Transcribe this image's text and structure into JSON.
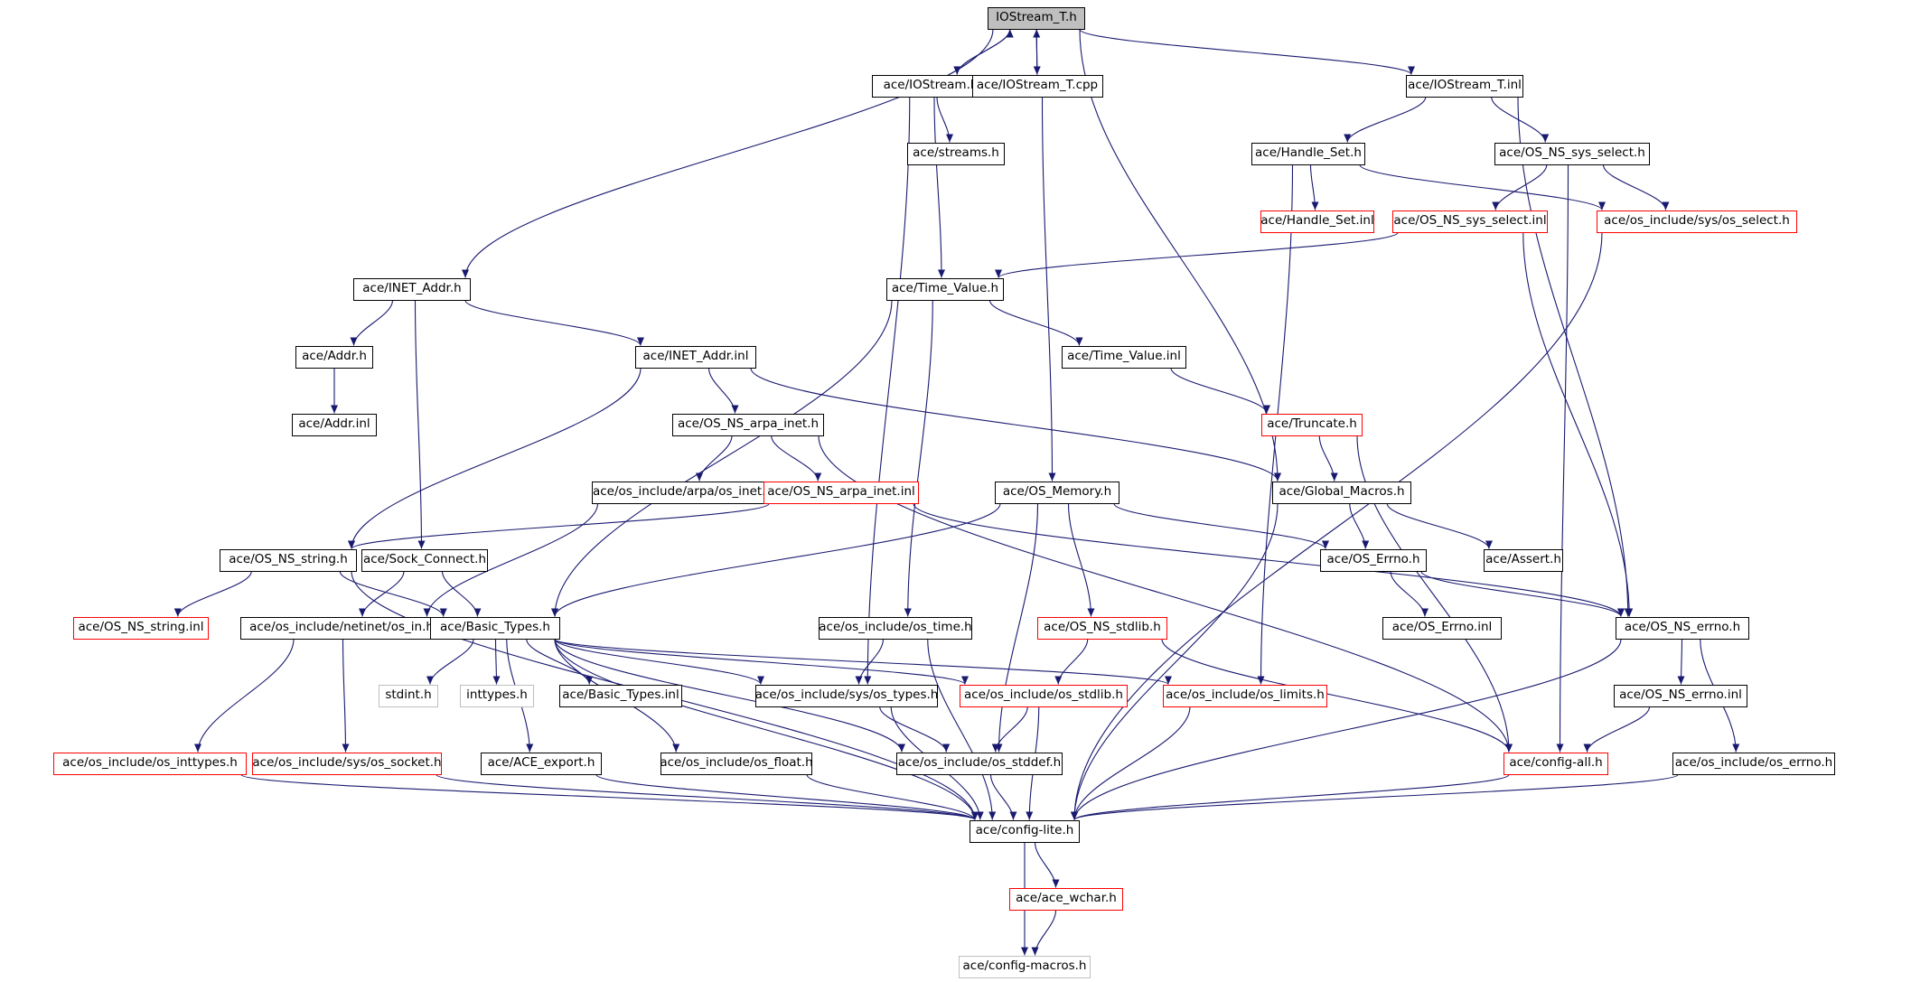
{
  "diagram": {
    "colors": {
      "edge": "#191970",
      "node_border": "#000000",
      "node_border_truncated": "#ff0000",
      "node_border_unlinked": "#bfbfbf",
      "root_fill": "#bfbfbf"
    },
    "nodes": {
      "iostream_t_h": "IOStream_T.h",
      "iostream_h": "ace/IOStream.h",
      "iostream_t_cpp": "ace/IOStream_T.cpp",
      "iostream_t_inl": "ace/IOStream_T.inl",
      "streams_h": "ace/streams.h",
      "handle_set_h": "ace/Handle_Set.h",
      "os_ns_sys_select_h": "ace/OS_NS_sys_select.h",
      "handle_set_inl": "ace/Handle_Set.inl",
      "os_ns_sys_select_inl": "ace/OS_NS_sys_select.inl",
      "os_select_h": "ace/os_include/sys/os_select.h",
      "inet_addr_h": "ace/INET_Addr.h",
      "time_value_h": "ace/Time_Value.h",
      "addr_h": "ace/Addr.h",
      "inet_addr_inl": "ace/INET_Addr.inl",
      "time_value_inl": "ace/Time_Value.inl",
      "addr_inl": "ace/Addr.inl",
      "os_ns_arpa_inet_h": "ace/OS_NS_arpa_inet.h",
      "truncate_h": "ace/Truncate.h",
      "os_inet_h": "ace/os_include/arpa/os_inet.h",
      "os_ns_arpa_inet_inl": "ace/OS_NS_arpa_inet.inl",
      "os_memory_h": "ace/OS_Memory.h",
      "global_macros_h": "ace/Global_Macros.h",
      "os_ns_string_h": "ace/OS_NS_string.h",
      "sock_connect_h": "ace/Sock_Connect.h",
      "os_errno_h": "ace/OS_Errno.h",
      "assert_h": "ace/Assert.h",
      "os_ns_string_inl": "ace/OS_NS_string.inl",
      "os_in_h": "ace/os_include/netinet/os_in.h",
      "basic_types_h": "ace/Basic_Types.h",
      "os_time_h": "ace/os_include/os_time.h",
      "os_ns_stdlib_h": "ace/OS_NS_stdlib.h",
      "os_errno_inl": "ace/OS_Errno.inl",
      "os_ns_errno_h": "ace/OS_NS_errno.h",
      "stdint_h": "stdint.h",
      "inttypes_h": "inttypes.h",
      "basic_types_inl": "ace/Basic_Types.inl",
      "os_types_h": "ace/os_include/sys/os_types.h",
      "os_stdlib_h": "ace/os_include/os_stdlib.h",
      "os_limits_h": "ace/os_include/os_limits.h",
      "os_ns_errno_inl": "ace/OS_NS_errno.inl",
      "os_inttypes_h": "ace/os_include/os_inttypes.h",
      "os_socket_h": "ace/os_include/sys/os_socket.h",
      "ace_export_h": "ace/ACE_export.h",
      "os_float_h": "ace/os_include/os_float.h",
      "os_stddef_h": "ace/os_include/os_stddef.h",
      "config_all_h": "ace/config-all.h",
      "os_errno_os_h": "ace/os_include/os_errno.h",
      "config_lite_h": "ace/config-lite.h",
      "ace_wchar_h": "ace/ace_wchar.h",
      "config_macros_h": "ace/config-macros.h"
    }
  }
}
